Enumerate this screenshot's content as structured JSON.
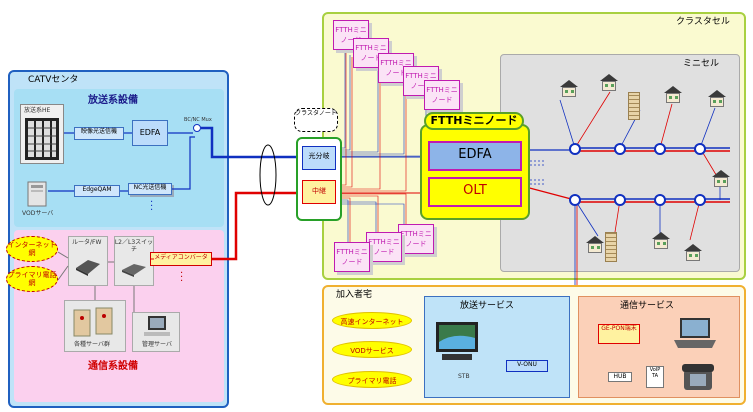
{
  "catv_center": {
    "title": "CATVセンタ",
    "broadcast_equipment": "放送系設備",
    "broadcast_he": "放送系HE",
    "video_optical_tx": "映像光送信機",
    "edfa": "EDFA",
    "bc_nc_mux": "BC/NC Mux",
    "edge_qam": "EdgeQAM",
    "nc_optical_tx": "NC光送信機",
    "vod_server": "VODサーバ",
    "internet_net": "インターネット網",
    "primary_phone_net": "プライマリ電話網",
    "router_fw": "ルータ/FW",
    "l2_l3_switch": "L2／L3スイッチ",
    "media_converter": "メディアコンバータ",
    "server_group": "各種サーバ群",
    "mgmt_server": "管理サーバ",
    "comm_equipment": "通信系設備"
  },
  "cluster_node_label": "クラスタノード",
  "optical_splitter": "光分岐",
  "relay": "中継",
  "cluster_cell": {
    "title": "クラスタセル",
    "ftth_mininode": "FTTHミニノード",
    "mini_node_label": "FTTHミニノード",
    "edfa": "EDFA",
    "olt": "OLT",
    "mini_cell": "ミニセル"
  },
  "subscriber": {
    "title": "加入者宅",
    "services": [
      "高速インターネット",
      "VODサービス",
      "プライマリ電話"
    ],
    "broadcast_service": "放送サービス",
    "stb": "STB",
    "v_onu": "V-ONU",
    "comm_service": "通信サービス",
    "ge_pon_terminal": "GE-PON端末",
    "hub": "HUB",
    "voip_ta": "VoIP TA"
  },
  "colors": {
    "catv_bg": "#bfe3f8",
    "catv_border": "#2060c0",
    "cluster_bg": "#fafad0",
    "cluster_border": "#a8d040",
    "blue_line": "#1030c0",
    "red_line": "#e00000",
    "ftth_yellow": "#ffff00",
    "ftth_green": "#5aa028",
    "magenta": "#c01bb0"
  }
}
